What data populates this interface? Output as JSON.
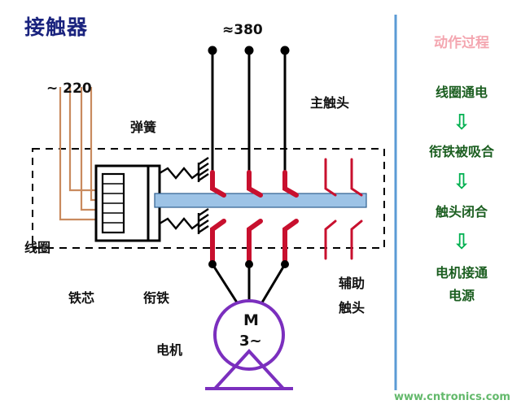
{
  "page": {
    "background": "#ffffff",
    "title": "接触器",
    "watermark": "www.cntronics.com"
  },
  "colors": {
    "title_blue": "#1a237e",
    "coil_brown": "#c98a5e",
    "contact_red": "#c8102e",
    "shaft_blue": "#9dc3e6",
    "motor_purple": "#7b2fbe",
    "divider_blue": "#5b9bd5",
    "arrow_green": "#00b050",
    "flow_text_green": "#1b5e20",
    "flow_title_pink": "#f4a6b0",
    "watermark_green": "#63b96b",
    "wire_black": "#000000"
  },
  "diagram": {
    "labels": {
      "supply_three_phase": "≈380",
      "supply_single_phase": "~ 220",
      "spring": "弹簧",
      "main_contacts": "主触头",
      "coil": "线圈",
      "iron_core": "铁芯",
      "armature": "衔铁",
      "motor_label": "电机",
      "aux_contacts_line1": "辅助",
      "aux_contacts_line2": "触头",
      "motor_symbol_line1": "M",
      "motor_symbol_line2": "3~"
    }
  },
  "flow": {
    "title": "动作过程",
    "steps": [
      {
        "text": "线圈通电"
      },
      {
        "text": "衔铁被吸合"
      },
      {
        "text": "触头闭合"
      },
      {
        "text": "电机接通\n电源"
      }
    ],
    "step4_line1": "电机接通",
    "step4_line2": "电源",
    "arrow_glyph": "⇩"
  }
}
